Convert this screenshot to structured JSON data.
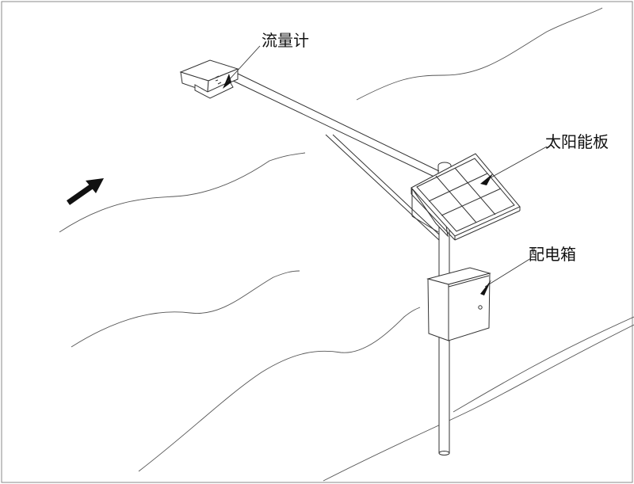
{
  "diagram": {
    "labels": {
      "flowmeter": "流量计",
      "solar_panel": "太阳能板",
      "distribution_box": "配电箱"
    },
    "colors": {
      "line": "#333333",
      "background": "#ffffff",
      "arrow": "#111111"
    }
  }
}
